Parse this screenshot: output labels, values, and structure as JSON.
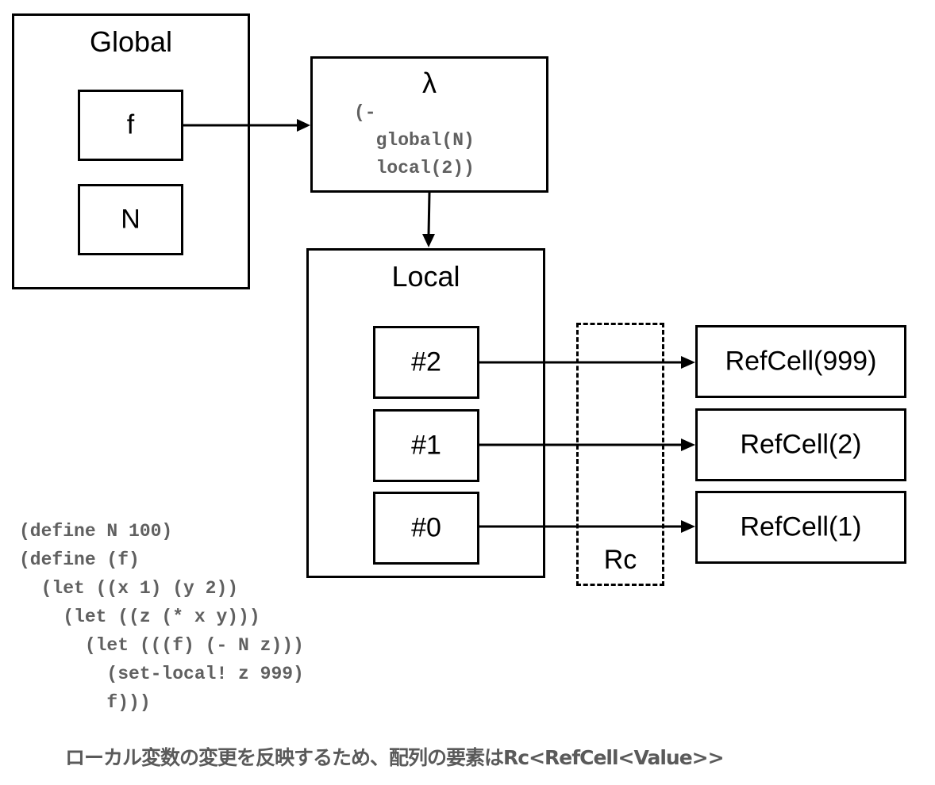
{
  "global": {
    "title": "Global",
    "cells": [
      {
        "label": "f"
      },
      {
        "label": "N"
      }
    ]
  },
  "lambda": {
    "symbol": "λ",
    "body": [
      "(-",
      "  global(N)",
      "  local(2))"
    ]
  },
  "local": {
    "title": "Local",
    "slots": [
      {
        "label": "#2"
      },
      {
        "label": "#1"
      },
      {
        "label": "#0"
      }
    ]
  },
  "rc": {
    "label": "Rc"
  },
  "refcells": [
    {
      "label": "RefCell(999)"
    },
    {
      "label": "RefCell(2)"
    },
    {
      "label": "RefCell(1)"
    }
  ],
  "code": [
    "(define N 100)",
    "(define (f)",
    "  (let ((x 1) (y 2))",
    "    (let ((z (* x y)))",
    "      (let (((f) (- N z)))",
    "        (set-local! z 999)",
    "        f)))"
  ],
  "caption": "ローカル変数の変更を反映するため、配列の要素はRc<RefCell<Value>>"
}
